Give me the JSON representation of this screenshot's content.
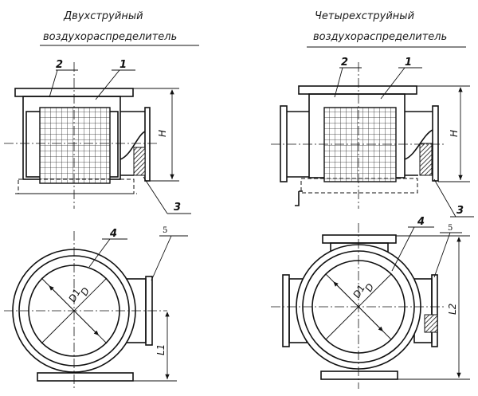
{
  "left": {
    "title_line1": "Двухструйный",
    "title_line2": "воздухораспределитель",
    "labels": {
      "n1": "1",
      "n2": "2",
      "n3": "3",
      "n4": "4",
      "n5": "5"
    },
    "dims": {
      "H": "H",
      "D": "D",
      "D1": "D1",
      "L1": "L1"
    }
  },
  "right": {
    "title_line1": "Четырехструйный",
    "title_line2": "воздухораспределитель",
    "labels": {
      "n1": "1",
      "n2": "2",
      "n3": "3",
      "n4": "4",
      "n5": "5"
    },
    "dims": {
      "H": "H",
      "D": "D",
      "D1": "D1",
      "L2": "L2"
    }
  }
}
